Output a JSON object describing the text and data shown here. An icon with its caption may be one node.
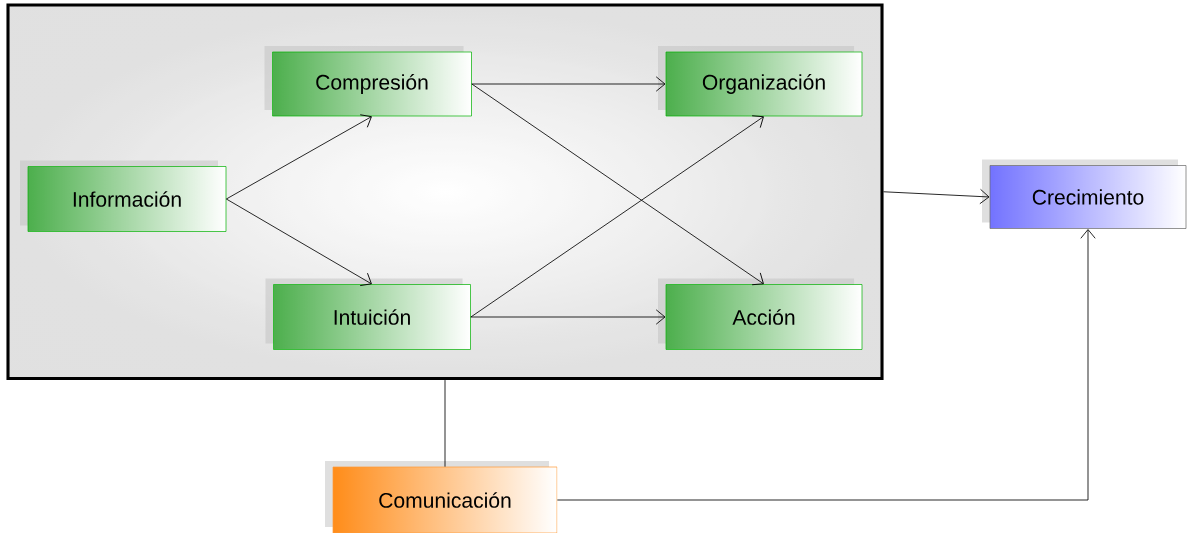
{
  "diagram": {
    "nodes": [
      {
        "text": [],
        "shape": "box"
      },
      {
        "text": [
          "Información"
        ],
        "in": 0
      },
      {
        "text": [
          "Compresión"
        ],
        "in": 0
      },
      {
        "text": [
          "Intuición"
        ],
        "in": 0
      },
      {
        "text": [
          "Organización"
        ],
        "in": 0
      },
      {
        "text": [
          "Acción"
        ],
        "in": 0
      },
      {
        "text": [
          "Crecimiento"
        ]
      },
      {
        "text": [
          "Comunicación"
        ]
      }
    ],
    "edges": [
      {
        "from": 1,
        "to": 2,
        "arrow": "to"
      },
      {
        "from": 1,
        "to": 3,
        "arrow": "to"
      },
      {
        "from": 2,
        "to": 4,
        "arrow": "to"
      },
      {
        "from": 2,
        "to": 5,
        "arrow": "to"
      },
      {
        "from": 3,
        "to": 4,
        "arrow": "to"
      },
      {
        "from": 3,
        "to": 5,
        "arrow": "to"
      },
      {
        "from": 0,
        "to": 6,
        "arrow": "to"
      },
      {
        "from": 7,
        "to": 0,
        "arrow": "none"
      },
      {
        "from": 7,
        "to": 6,
        "arrow": "to"
      }
    ]
  }
}
